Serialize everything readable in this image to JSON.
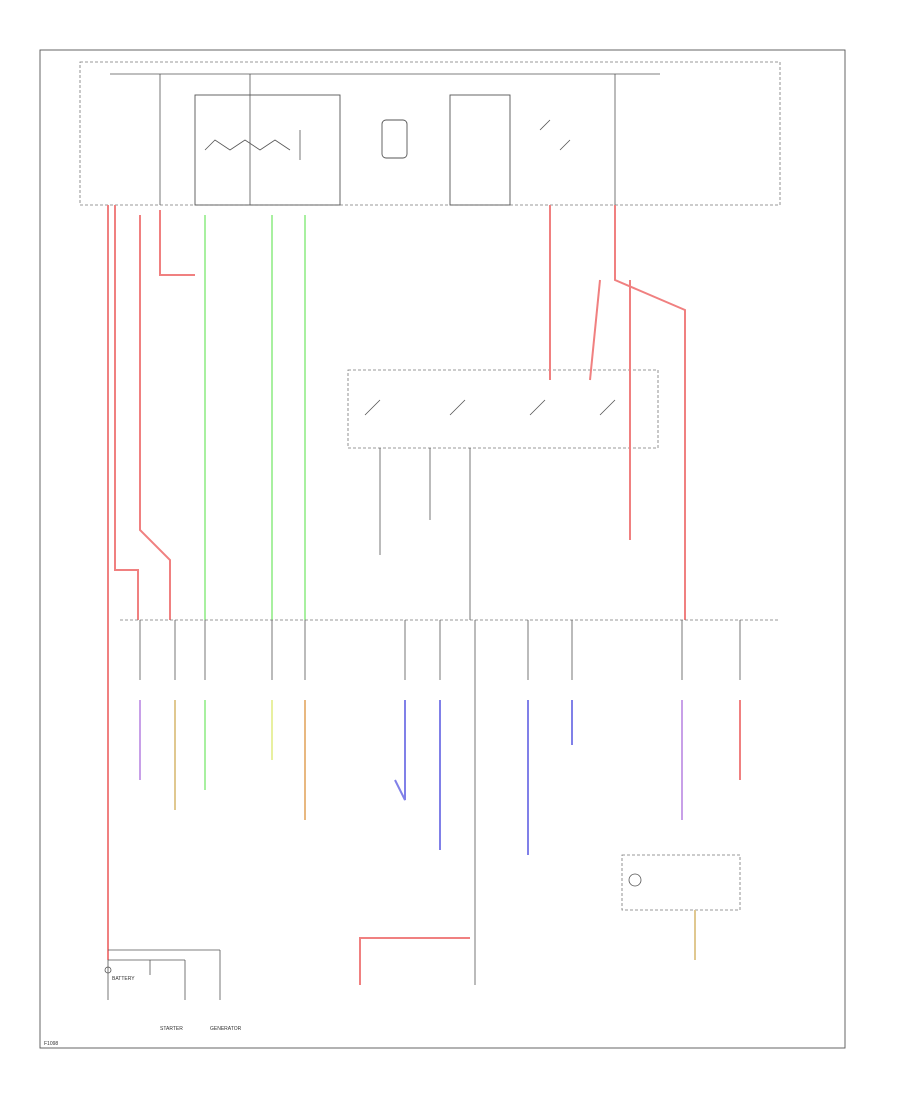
{
  "diagram": {
    "footer_code": "F1098",
    "labels": {
      "starter_bottom": "STARTER",
      "generator": "GENERATOR",
      "battery": "BATTERY"
    }
  },
  "colors": {
    "red": "#f08080",
    "green": "#a8f0a0",
    "purple": "#c8a0e8",
    "tan": "#e0c890",
    "yellow": "#e8f0a0",
    "orange": "#e8b880",
    "blue": "#8080e8",
    "line": "#555555"
  }
}
